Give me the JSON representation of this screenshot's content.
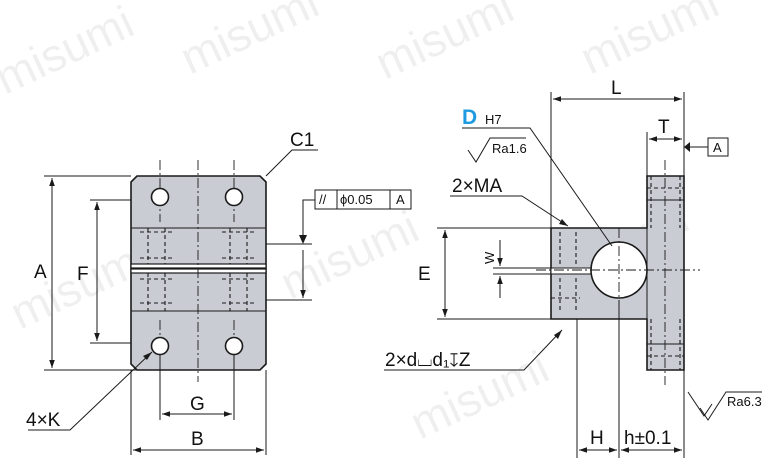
{
  "watermark": "misumi",
  "colors": {
    "part_fill": "#c9ccd3",
    "line": "#1a1a1a",
    "accent": "#1e9be0"
  },
  "left_view": {
    "chamfer_label": "C1",
    "dim_height": "A",
    "dim_inner_height": "F",
    "dim_width": "B",
    "dim_hole_pitch": "G",
    "holes_label": "4×K",
    "parallelism": {
      "symbol": "//",
      "tolerance": "ϕ0.05",
      "datum": "A"
    }
  },
  "right_view": {
    "bore_label": "D",
    "bore_tolerance": "H7",
    "bore_roughness": "Ra1.6",
    "screw_label": "2×MA",
    "dim_length": "L",
    "dim_flange": "T",
    "datum_label": "A",
    "dim_height": "E",
    "dim_slit": "W",
    "counterbore_label": "2×d⌴d₁↧Z",
    "dim_h_left": "H",
    "dim_h_right": "h±0.1",
    "surface_roughness": "Ra6.3"
  }
}
